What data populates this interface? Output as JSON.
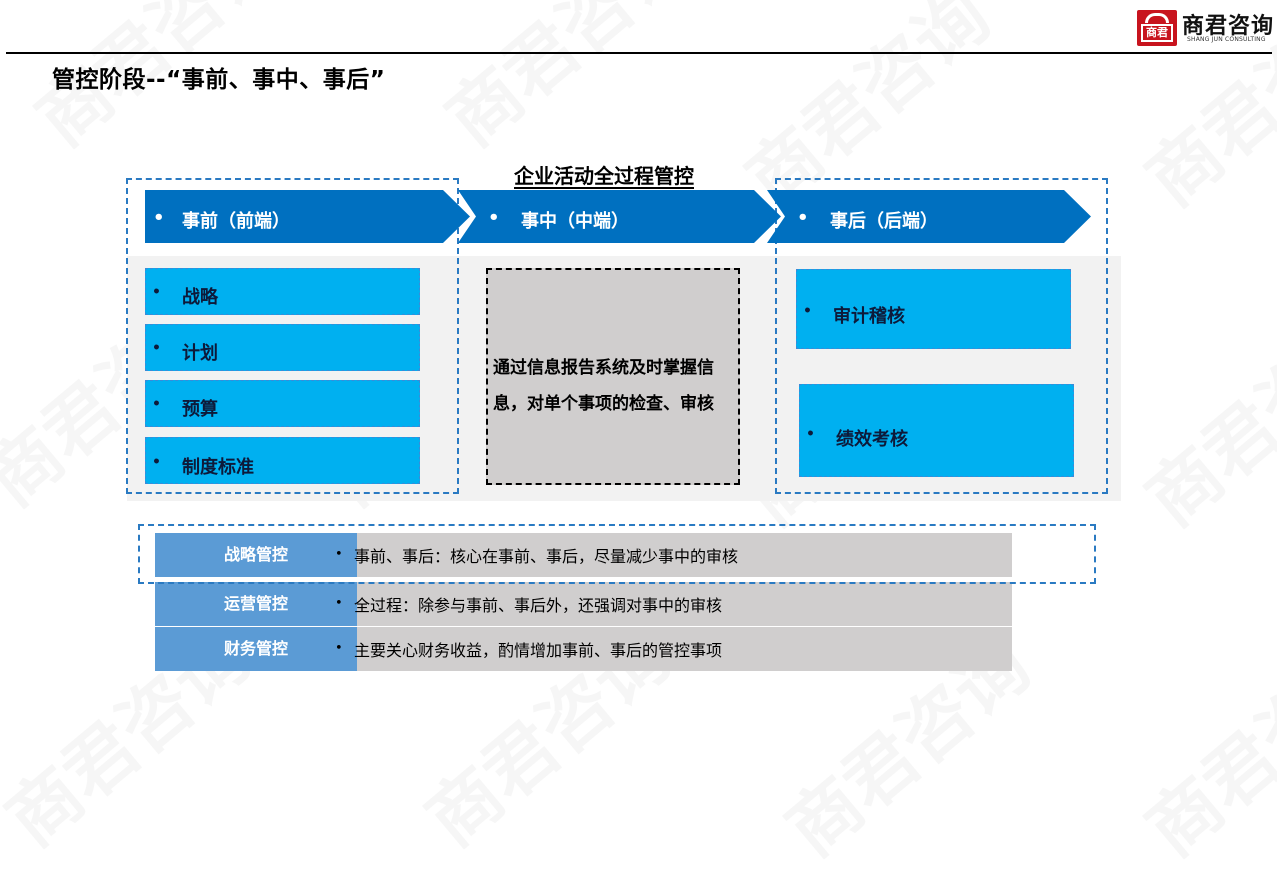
{
  "page": {
    "title": "管控阶段--“事前、事中、事后”",
    "watermark": "商君咨询"
  },
  "logo": {
    "cn": "商君咨询",
    "en": "SHANG JUN CONSULTING",
    "seal": "商君"
  },
  "diagram": {
    "title": "企业活动全过程管控",
    "bullet": "•",
    "stages": [
      {
        "label": "事前（前端）"
      },
      {
        "label": "事中（中端）"
      },
      {
        "label": "事后（后端）"
      }
    ],
    "pre_items": [
      "战略",
      "计划",
      "预算",
      "制度标准"
    ],
    "mid_text": "通过信息报告系统及时掌握信息，对单个事项的检查、审核",
    "post_items": [
      "审计稽核",
      "绩效考核"
    ]
  },
  "control_types": [
    {
      "label": "战略管控",
      "desc": "事前、事后：核心在事前、事后，尽量减少事中的审核"
    },
    {
      "label": "运营管控",
      "desc": "全过程：除参与事前、事后外，还强调对事中的审核"
    },
    {
      "label": "财务管控",
      "desc": "主要关心财务收益，酌情增加事前、事后的管控事项"
    }
  ],
  "colors": {
    "chevron": "#0070c0",
    "item": "#00b0f0",
    "row_label": "#5b9bd5",
    "row_body": "#d0cece",
    "dash": "#2a7ac2",
    "brand_red": "#c8141e"
  }
}
